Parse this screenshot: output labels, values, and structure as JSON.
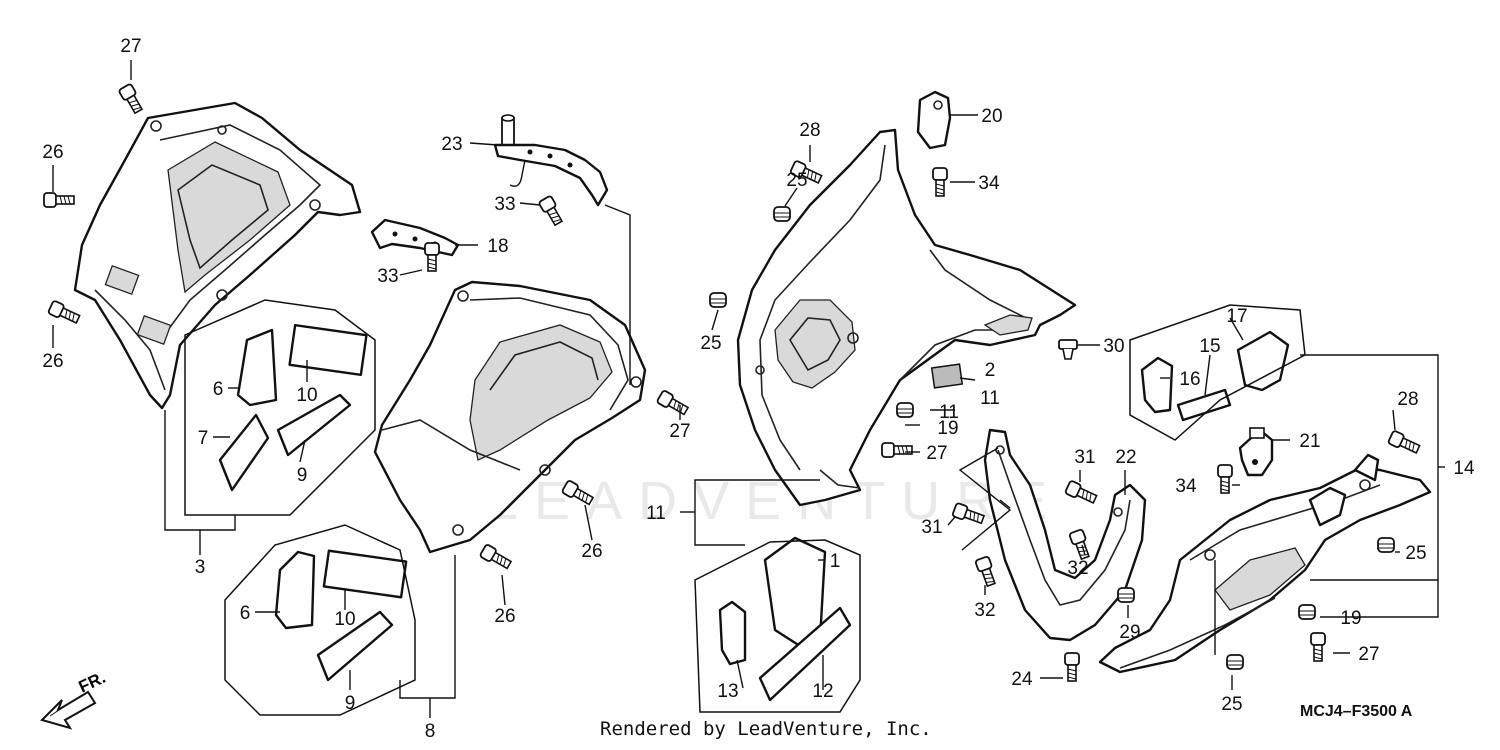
{
  "diagram": {
    "labels": {
      "p1": "1",
      "p2": "2",
      "p3": "3",
      "p6a": "6",
      "p6b": "6",
      "p7": "7",
      "p8": "8",
      "p9a": "9",
      "p9b": "9",
      "p10a": "10",
      "p10b": "10",
      "p11a": "11",
      "p11b": "11",
      "p11c": "11",
      "p12": "12",
      "p13": "13",
      "p14": "14",
      "p15": "15",
      "p16": "16",
      "p17": "17",
      "p18": "18",
      "p19a": "19",
      "p19b": "19",
      "p20": "20",
      "p21": "21",
      "p22": "22",
      "p23": "23",
      "p24": "24",
      "p25a": "25",
      "p25b": "25",
      "p25c": "25",
      "p25d": "25",
      "p26a": "26",
      "p26b": "26",
      "p26c": "26",
      "p26d": "26",
      "p27a": "27",
      "p27b": "27",
      "p27c": "27",
      "p27d": "27",
      "p28a": "28",
      "p28b": "28",
      "p29": "29",
      "p30": "30",
      "p31a": "31",
      "p31b": "31",
      "p32a": "32",
      "p32b": "32",
      "p33a": "33",
      "p33b": "33",
      "p34a": "34",
      "p34b": "34"
    },
    "direction": "FR.",
    "watermark": "LEADVENTURE",
    "credit": "Rendered by LeadVenture, Inc.",
    "reference_code": "MCJ4–F3500 A"
  }
}
